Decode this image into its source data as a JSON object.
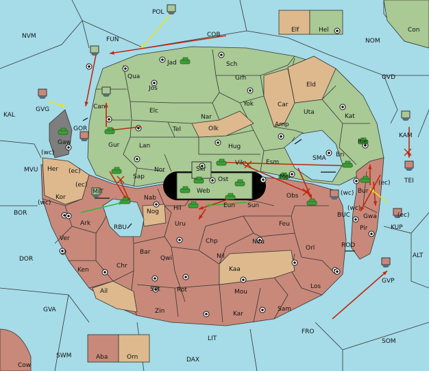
{
  "colors": {
    "sea": "#a6dbe8",
    "green": "#a9c995",
    "brown": "#c8897a",
    "tan": "#ddb98d",
    "grey": "#7e7e7e",
    "order_move": "#c0290f",
    "order_support": "#e6e61c",
    "order_green": "#33b533",
    "unit_green": "#3d9e36"
  },
  "legend_top": [
    "Elf",
    "Hel"
  ],
  "legend_bottom": [
    "Aba",
    "Orn"
  ],
  "sea_labels": [
    "POL",
    "NVM",
    "FUN",
    "COB",
    "NOM",
    "Con",
    "OVD",
    "KAL",
    "GVG",
    "GOR",
    "Gaw",
    "MVU",
    "(wc)",
    "(ec)",
    "(wc)",
    "BOR",
    "MIT",
    "(ec)",
    "RBU",
    "DOR",
    "GVA",
    "SWM",
    "Cow",
    "LIT",
    "DAX",
    "FRO",
    "SOM",
    "ALT",
    "GVP",
    "ROD",
    "BUC",
    "(wc)",
    "(wc)",
    "KUP",
    "(ec)",
    "Gwa",
    "(ec)",
    "KAM",
    "TEI",
    "SMA"
  ],
  "land_labels": [
    "Jad",
    "Sch",
    "Qua",
    "Jos",
    "Grh",
    "Eld",
    "Can",
    "Elc",
    "Nar",
    "Yok",
    "Car",
    "Uta",
    "Kat",
    "Tel",
    "Olk",
    "Amp",
    "Gur",
    "Lan",
    "Hug",
    "Rie",
    "Bri",
    "Esm",
    "Her",
    "Nor",
    "Skr",
    "Vik",
    "Sap",
    "Ost",
    "Mel",
    "Kor",
    "Web",
    "Nab",
    "Obs",
    "Bur",
    "Hil",
    "Eun",
    "Sun",
    "Nog",
    "Ark",
    "Uru",
    "Feu",
    "Pir",
    "Chp",
    "Neu",
    "Orl",
    "Ver",
    "Bar",
    "Qwi",
    "Nil",
    "Ken",
    "Kaa",
    "Chr",
    "Los",
    "Ail",
    "Sot",
    "Rot",
    "Mou",
    "Zin",
    "Kar",
    "Sam"
  ]
}
